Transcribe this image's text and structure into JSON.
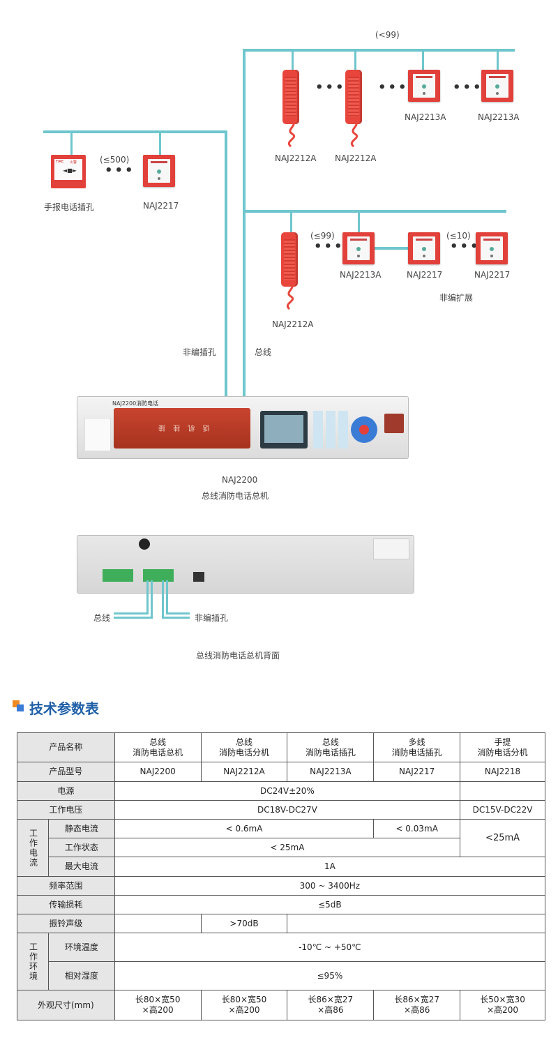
{
  "diagram": {
    "count_top": "(<99)",
    "count_left": "(≤500)",
    "count_mid": "(≤99)",
    "count_ext": "(≤10)",
    "dev_naj2212a": "NAJ2212A",
    "dev_naj2213a": "NAJ2213A",
    "dev_naj2217": "NAJ2217",
    "dev_manual": "手报电话插孔",
    "label_nonaddr_ext": "非编扩展",
    "label_nonaddr_jack": "非编插孔",
    "label_bus": "总线",
    "host_model": "NAJ2200",
    "host_name": "总线消防电话总机",
    "back_bus": "总线",
    "back_nonaddr": "非编插孔",
    "back_caption": "总线消防电话总机背面",
    "panel_brand": "NAJ2200消防电话",
    "panel_door_text": "话 机 挂 接",
    "mcp_label_left": "FIRE",
    "mcp_label_right": "火警"
  },
  "section_title": "技术参数表",
  "table": {
    "h_name": "产品名称",
    "col1_name_a": "总线",
    "col1_name_b": "消防电话总机",
    "col2_name_a": "总线",
    "col2_name_b": "消防电话分机",
    "col3_name_a": "总线",
    "col3_name_b": "消防电话插孔",
    "col4_name_a": "多线",
    "col4_name_b": "消防电话插孔",
    "col5_name_a": "手提",
    "col5_name_b": "消防电话分机",
    "h_model": "产品型号",
    "m1": "NAJ2200",
    "m2": "NAJ2212A",
    "m3": "NAJ2213A",
    "m4": "NAJ2217",
    "m5": "NAJ2218",
    "h_power": "电源",
    "power_val": "DC24V±20%",
    "h_voltage": "工作电压",
    "voltage_val": "DC18V-DC27V",
    "voltage_val5": "DC15V-DC22V",
    "h_current_group": "工作电流",
    "h_static": "静态电流",
    "static_a": "< 0.6mA",
    "static_b": "< 0.03mA",
    "current_col5": "<25mA",
    "h_working": "工作状态",
    "working_val": "< 25mA",
    "h_max": "最大电流",
    "max_val": "1A",
    "h_freq": "频率范围",
    "freq_val": "300 ~ 3400Hz",
    "h_loss": "传输损耗",
    "loss_val": "≤5dB",
    "h_ring": "振铃声级",
    "ring_val": ">70dB",
    "h_env_group": "工作环境",
    "h_temp": "环境温度",
    "temp_val": "-10℃  ~  +50℃",
    "h_humid": "相对湿度",
    "humid_val": "≤95%",
    "h_size": "外观尺寸(mm)",
    "s1a": "长80×宽50",
    "s1b": "×高200",
    "s2a": "长80×宽50",
    "s2b": "×高200",
    "s3a": "长86×宽27",
    "s3b": "×高86",
    "s4a": "长86×宽27",
    "s4b": "×高86",
    "s5a": "长50×宽30",
    "s5b": "×高200"
  },
  "colors": {
    "wire": "#6fc6cd",
    "device_red": "#e2403a",
    "title_blue": "#1f5fa8",
    "title_orange": "#f08a24"
  }
}
